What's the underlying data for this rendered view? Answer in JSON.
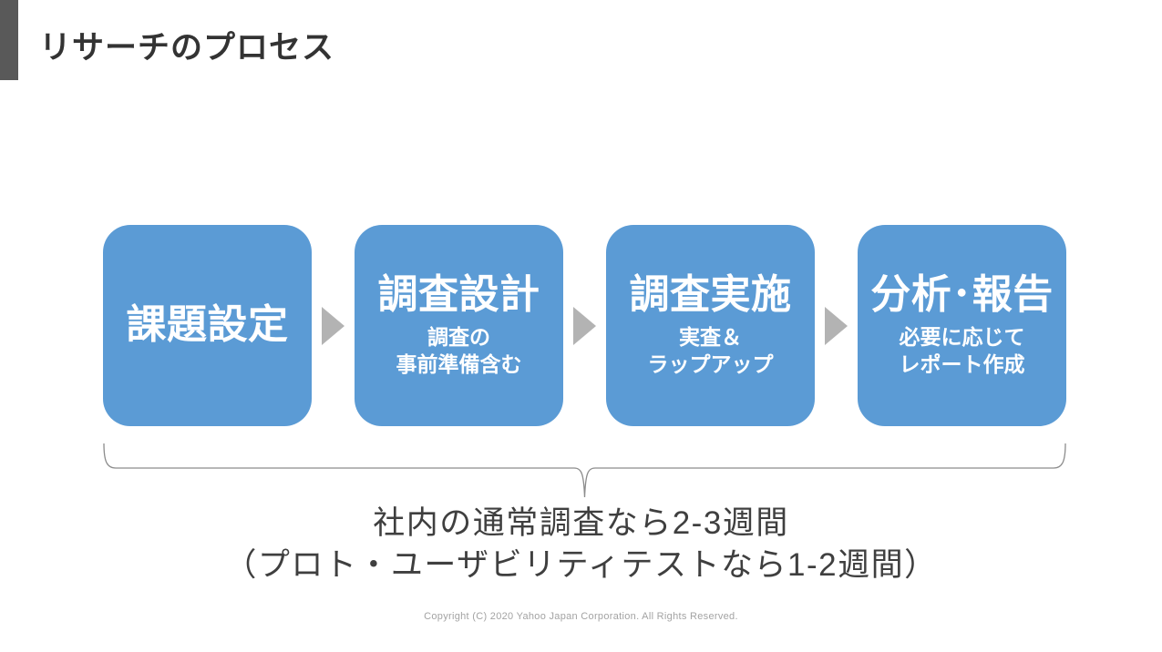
{
  "slide": {
    "title": "リサーチのプロセス",
    "steps": [
      {
        "heading": "課題設定"
      },
      {
        "heading": "調査設計",
        "sub1": "調査の",
        "sub2": "事前準備含む"
      },
      {
        "heading": "調査実施",
        "sub1": "実査＆",
        "sub2": "ラップアップ"
      },
      {
        "heading": "分析･報告",
        "sub1": "必要に応じて",
        "sub2": "レポート作成"
      }
    ],
    "summary_line1": "社内の通常調査なら2-3週間",
    "summary_line2": "（プロト・ユーザビリティテストなら1-2週間）",
    "footer": "Copyright (C) 2020 Yahoo Japan Corporation. All Rights Reserved.",
    "colors": {
      "box_blue": "#5B9BD5",
      "arrow_gray": "#b3b3b3",
      "accent_bar_gray": "#595959",
      "brace_gray": "#8c8c8c",
      "title_color": "#333333",
      "summary_color": "#3f3f3f",
      "footer_color": "#a3a3a3"
    }
  }
}
